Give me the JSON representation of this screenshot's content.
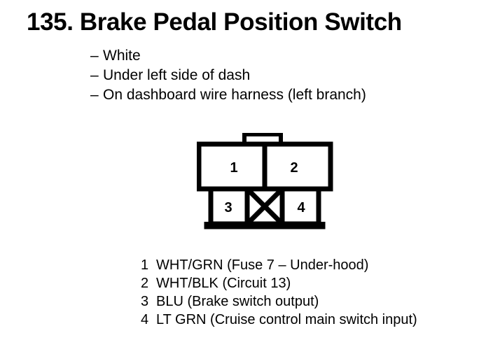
{
  "title": "135. Brake Pedal Position Switch",
  "bullets": [
    {
      "dash": "–",
      "text": "White"
    },
    {
      "dash": "–",
      "text": "Under left side of dash"
    },
    {
      "dash": "–",
      "text": "On dashboard wire harness (left branch)"
    }
  ],
  "connector": {
    "name": "brake-pedal-position-switch-connector",
    "outline_color": "#000000",
    "fill_color": "#ffffff",
    "cavities": [
      {
        "id": "1",
        "label": "1",
        "row": "top",
        "position": "left",
        "blocked": false
      },
      {
        "id": "2",
        "label": "2",
        "row": "top",
        "position": "right",
        "blocked": false
      },
      {
        "id": "3",
        "label": "3",
        "row": "bottom",
        "position": "left",
        "blocked": false
      },
      {
        "id": "blocked",
        "label": "",
        "row": "bottom",
        "position": "center",
        "blocked": true
      },
      {
        "id": "4",
        "label": "4",
        "row": "bottom",
        "position": "right",
        "blocked": false
      }
    ]
  },
  "legend": [
    {
      "num": "1",
      "desc": "WHT/GRN (Fuse 7 – Under-hood)"
    },
    {
      "num": "2",
      "desc": "WHT/BLK (Circuit 13)"
    },
    {
      "num": "3",
      "desc": "BLU (Brake switch output)"
    },
    {
      "num": "4",
      "desc": "LT GRN (Cruise control main switch input)"
    }
  ]
}
